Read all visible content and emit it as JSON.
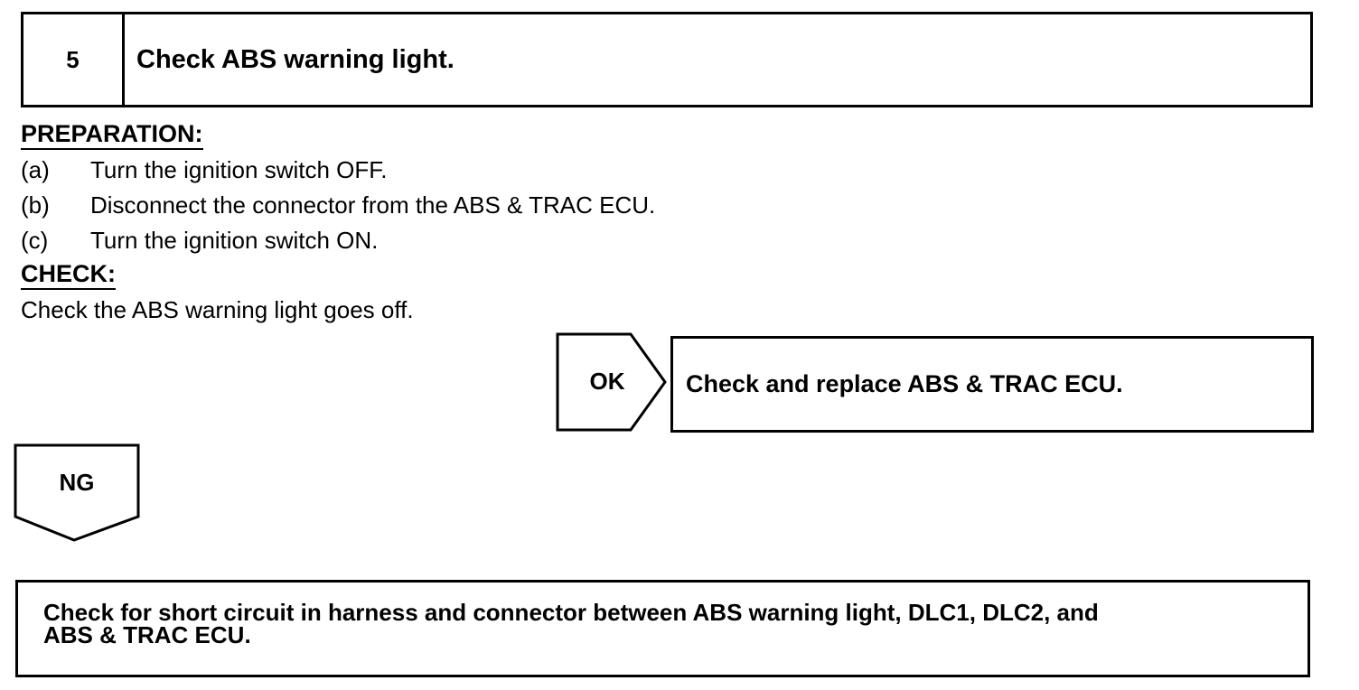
{
  "step": {
    "number": "5",
    "title": "Check ABS warning light."
  },
  "preparation": {
    "heading": "PREPARATION:",
    "items": [
      {
        "marker": "(a)",
        "text": "Turn the ignition switch OFF."
      },
      {
        "marker": "(b)",
        "text": "Disconnect the connector from the ABS & TRAC ECU."
      },
      {
        "marker": "(c)",
        "text": "Turn the ignition switch ON."
      }
    ]
  },
  "check": {
    "heading": "CHECK:",
    "text": "Check the ABS warning light goes off."
  },
  "ok_branch": {
    "label": "OK",
    "action": "Check and replace ABS & TRAC ECU."
  },
  "ng_branch": {
    "label": "NG",
    "action_line1": "Check for short circuit in harness and connector between ABS warning light, DLC1, DLC2, and",
    "action_line2": "ABS & TRAC ECU."
  }
}
